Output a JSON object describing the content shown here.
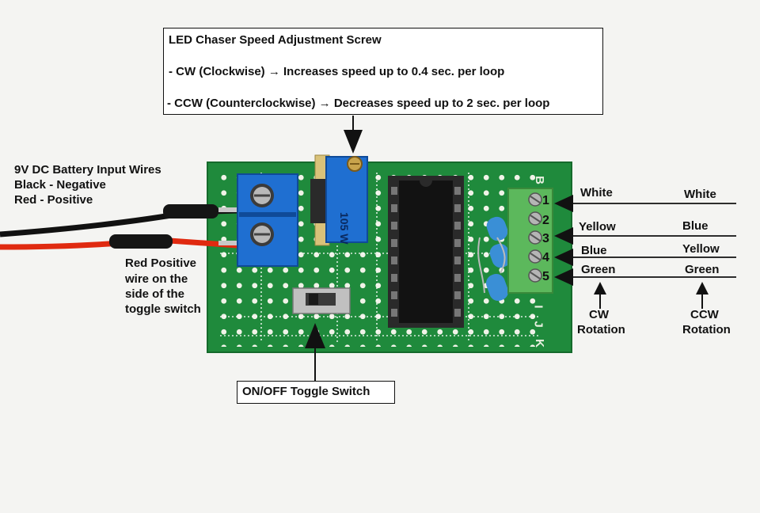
{
  "title_box": {
    "line1": "LED Chaser Speed Adjustment Screw",
    "line2": "- CW (Clockwise) → Increases speed  up to 0.4 sec. per loop",
    "line3": " - CCW (Counterclockwise) → Decreases speed up to 2 sec. per loop"
  },
  "battery": {
    "line1": "9V DC Battery Input Wires",
    "line2": "Black - Negative",
    "line3": "Red -  Positive"
  },
  "red_note": {
    "line1": "Red Positive",
    "line2": "wire on the",
    "line3": "side of the",
    "line4": "toggle switch"
  },
  "toggle_box": {
    "label": "ON/OFF Toggle Switch"
  },
  "terminal_numbers": [
    "1",
    "2",
    "3",
    "4",
    "5"
  ],
  "board_letters": [
    "B",
    "I",
    "J",
    "K"
  ],
  "pot_marking": "105 W",
  "wire_columns": {
    "cw": [
      "White",
      "Yellow",
      "Blue",
      "Green"
    ],
    "ccw": [
      "White",
      "Blue",
      "Yellow",
      "Green"
    ],
    "cw_label": [
      "CW",
      "Rotation"
    ],
    "ccw_label": [
      "CCW",
      "Rotation"
    ]
  },
  "colors": {
    "pcb": "#1f8a3c",
    "terminal_blue": "#1f6fd1",
    "terminal_green": "#5cb85c",
    "wire_red": "#e02a10",
    "wire_black": "#111111"
  }
}
